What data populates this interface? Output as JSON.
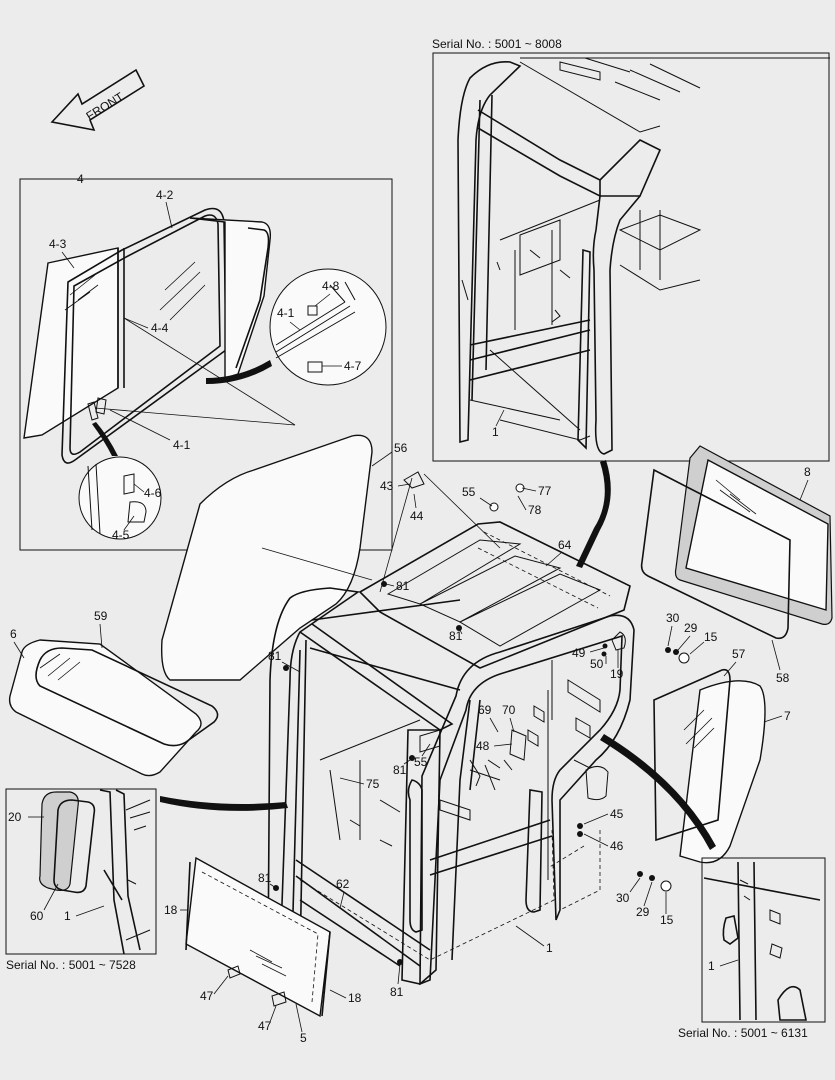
{
  "front_label": "FRONT",
  "serial_notes": {
    "top": "Serial No. : 5001 ~ 8008",
    "left": "Serial No. : 5001 ~ 7528",
    "right": "Serial No. : 5001 ~ 6131"
  },
  "callouts": {
    "c4": "4",
    "c4_2": "4-2",
    "c4_3": "4-3",
    "c4_4": "4-4",
    "c4_1a": "4-1",
    "c4_1b": "4-1",
    "c4_8": "4-8",
    "c4_7": "4-7",
    "c4_6": "4-6",
    "c4_5": "4-5",
    "c1_top": "1",
    "c56": "56",
    "c43": "43",
    "c44": "44",
    "c55a": "55",
    "c77": "77",
    "c78": "78",
    "c64": "64",
    "c8": "8",
    "c58": "58",
    "c6": "6",
    "c59": "59",
    "c81a": "81",
    "c81b": "81",
    "c81c": "81",
    "c81d": "81",
    "c81e": "81",
    "c81f": "81",
    "c30a": "30",
    "c29a": "29",
    "c15a": "15",
    "c49": "49",
    "c50": "50",
    "c19": "19",
    "c57": "57",
    "c7": "7",
    "c69": "69",
    "c70": "70",
    "c48": "48",
    "c55b": "55",
    "c75": "75",
    "c45": "45",
    "c46": "46",
    "c30b": "30",
    "c29b": "29",
    "c15b": "15",
    "c20": "20",
    "c60": "60",
    "c1_left": "1",
    "c18a": "18",
    "c18b": "18",
    "c62": "62",
    "c1_main": "1",
    "c47a": "47",
    "c47b": "47",
    "c5": "5",
    "c1_right": "1"
  }
}
